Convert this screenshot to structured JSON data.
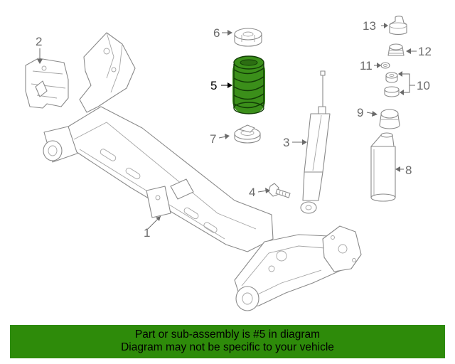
{
  "colors": {
    "highlight": "#3b8f1a",
    "banner_background": "#2e8b0a",
    "line": "#8a8a8a",
    "label": "#6b6b6b"
  },
  "parts": [
    {
      "num": "1",
      "name": "axle-beam"
    },
    {
      "num": "2",
      "name": "bracket"
    },
    {
      "num": "3",
      "name": "shock-absorber"
    },
    {
      "num": "4",
      "name": "bolt"
    },
    {
      "num": "5",
      "name": "coil-spring",
      "highlighted": true
    },
    {
      "num": "6",
      "name": "upper-spring-seat"
    },
    {
      "num": "7",
      "name": "lower-spring-seat"
    },
    {
      "num": "8",
      "name": "dust-boot"
    },
    {
      "num": "9",
      "name": "bump-stop"
    },
    {
      "num": "10",
      "name": "washers"
    },
    {
      "num": "11",
      "name": "small-washer"
    },
    {
      "num": "12",
      "name": "bushing"
    },
    {
      "num": "13",
      "name": "mount-cap"
    }
  ],
  "banner": {
    "line1": "Part or sub-assembly is #5 in diagram",
    "line2": "Diagram may not be specific to your vehicle"
  }
}
